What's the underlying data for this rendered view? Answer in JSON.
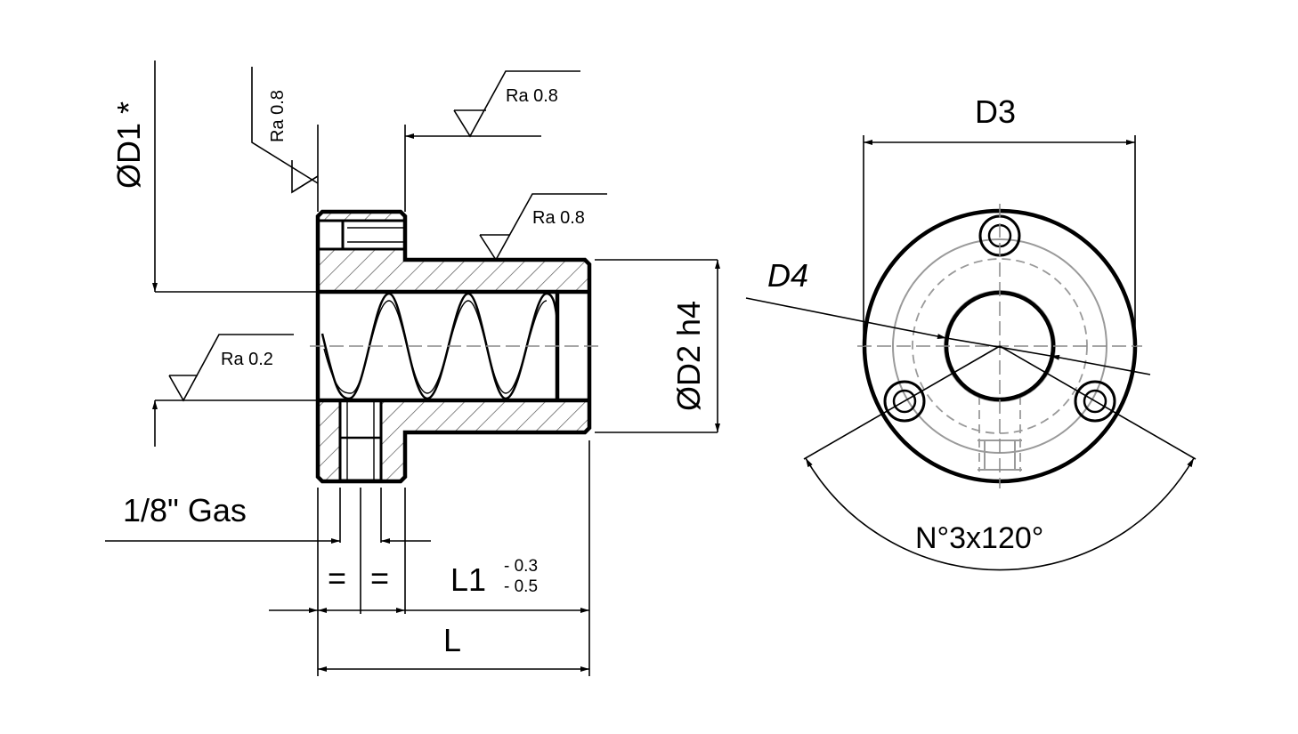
{
  "labels": {
    "d1": "ØD1 *",
    "ra_top_left": "Ra 0.8",
    "ra_top_right": "Ra 0.8",
    "ra_flange": "Ra 0.8",
    "ra_bore": "Ra 0.2",
    "d2": "ØD2 h4",
    "gas": "1/8\" Gas",
    "eq1": "=",
    "eq2": "=",
    "l1": "L1",
    "l1_upper_tol": "- 0.3",
    "l1_lower_tol": "- 0.5",
    "l": "L",
    "d3": "D3",
    "d4": "D4",
    "angle": "N°3x120°"
  }
}
